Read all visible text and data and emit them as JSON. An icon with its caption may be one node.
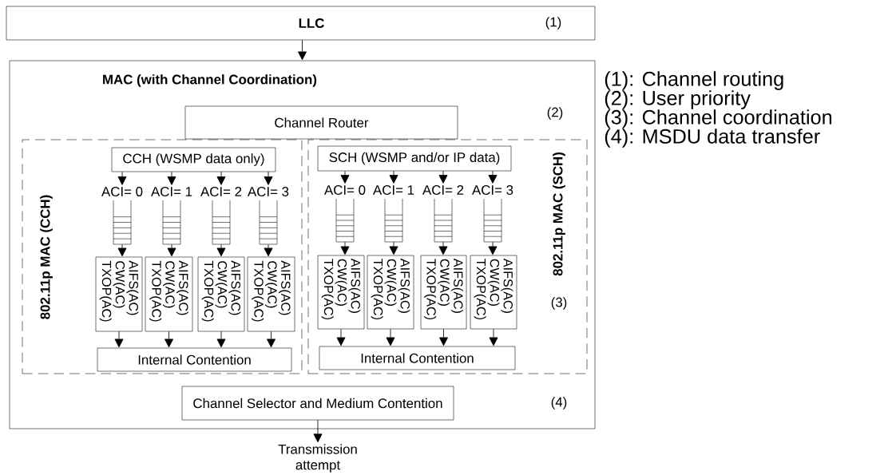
{
  "diagram": {
    "nodes": [
      {
        "text": [
          "LLC",
          "(1)"
        ]
      },
      {
        "text": [
          "MAC (with Channel Coordination)"
        ]
      },
      {
        "text": [
          "Channel Router"
        ],
        "in": 1
      },
      {
        "text": [
          "802.11p MAC (CCH)"
        ],
        "in": 1
      },
      {
        "text": [
          "CCH (WSMP data only)"
        ],
        "in": 3
      },
      {
        "text": [
          "ACI= 0"
        ],
        "in": 3
      },
      {
        "text": [
          "ACI= 1"
        ],
        "in": 3
      },
      {
        "text": [
          "ACI= 2"
        ],
        "in": 3
      },
      {
        "text": [
          "ACI= 3"
        ],
        "in": 3
      },
      {
        "text": [],
        "shape": "queue",
        "in": 3
      },
      {
        "text": [],
        "shape": "queue",
        "in": 3
      },
      {
        "text": [],
        "shape": "queue",
        "in": 3
      },
      {
        "text": [],
        "shape": "queue",
        "in": 3
      },
      {
        "text": [
          "AIFS(AC) CW(AC) TXOP(AC)"
        ],
        "in": 3
      },
      {
        "text": [
          "AIFS(AC) CW(AC) TXOP(AC)"
        ],
        "in": 3
      },
      {
        "text": [
          "AIFS(AC) CW(AC) TXOP(AC)"
        ],
        "in": 3
      },
      {
        "text": [
          "AIFS(AC) CW(AC) TXOP(AC)"
        ],
        "in": 3
      },
      {
        "text": [
          "Internal Contention"
        ],
        "in": 3
      },
      {
        "text": [
          "802.11p MAC (SCH)"
        ],
        "in": 1
      },
      {
        "text": [
          "SCH (WSMP and/or IP data)"
        ],
        "in": 18
      },
      {
        "text": [
          "ACI= 0"
        ],
        "in": 18
      },
      {
        "text": [
          "ACI= 1"
        ],
        "in": 18
      },
      {
        "text": [
          "ACI= 2"
        ],
        "in": 18
      },
      {
        "text": [
          "ACI= 3"
        ],
        "in": 18
      },
      {
        "text": [],
        "shape": "queue",
        "in": 18
      },
      {
        "text": [],
        "shape": "queue",
        "in": 18
      },
      {
        "text": [],
        "shape": "queue",
        "in": 18
      },
      {
        "text": [],
        "shape": "queue",
        "in": 18
      },
      {
        "text": [
          "AIFS(AC) CW(AC) TXOP(AC)"
        ],
        "in": 18
      },
      {
        "text": [
          "AIFS(AC) CW(AC) TXOP(AC)"
        ],
        "in": 18
      },
      {
        "text": [
          "AIFS(AC) CW(AC) TXOP(AC)"
        ],
        "in": 18
      },
      {
        "text": [
          "AIFS(AC) CW(AC) TXOP(AC)"
        ],
        "in": 18
      },
      {
        "text": [
          "Internal Contention"
        ],
        "in": 18
      },
      {
        "text": [
          "Channel Selector and Medium Contention"
        ],
        "in": 1
      },
      {
        "text": [
          "Transmission attempt"
        ]
      }
    ],
    "edges": [
      {
        "from": 0,
        "to": 1,
        "arrow": "to"
      },
      {
        "from": 4,
        "to": 5,
        "arrow": "to"
      },
      {
        "from": 4,
        "to": 6,
        "arrow": "to"
      },
      {
        "from": 4,
        "to": 7,
        "arrow": "to"
      },
      {
        "from": 4,
        "to": 8,
        "arrow": "to"
      },
      {
        "from": 9,
        "to": 13,
        "arrow": "to"
      },
      {
        "from": 10,
        "to": 14,
        "arrow": "to"
      },
      {
        "from": 11,
        "to": 15,
        "arrow": "to"
      },
      {
        "from": 12,
        "to": 16,
        "arrow": "to"
      },
      {
        "from": 13,
        "to": 17,
        "arrow": "to"
      },
      {
        "from": 14,
        "to": 17,
        "arrow": "to"
      },
      {
        "from": 15,
        "to": 17,
        "arrow": "to"
      },
      {
        "from": 16,
        "to": 17,
        "arrow": "to"
      },
      {
        "from": 19,
        "to": 20,
        "arrow": "to"
      },
      {
        "from": 19,
        "to": 21,
        "arrow": "to"
      },
      {
        "from": 19,
        "to": 22,
        "arrow": "to"
      },
      {
        "from": 19,
        "to": 23,
        "arrow": "to"
      },
      {
        "from": 24,
        "to": 28,
        "arrow": "to"
      },
      {
        "from": 25,
        "to": 29,
        "arrow": "to"
      },
      {
        "from": 26,
        "to": 30,
        "arrow": "to"
      },
      {
        "from": 27,
        "to": 31,
        "arrow": "to"
      },
      {
        "from": 28,
        "to": 32,
        "arrow": "to"
      },
      {
        "from": 29,
        "to": 32,
        "arrow": "to"
      },
      {
        "from": 30,
        "to": 32,
        "arrow": "to"
      },
      {
        "from": 31,
        "to": 32,
        "arrow": "to"
      },
      {
        "from": 33,
        "to": 34,
        "arrow": "to"
      }
    ],
    "labels": [
      "(1): Channel routing",
      "(2): User priority",
      "(3): Channel coordination",
      "(4): MSDU data transfer",
      "(2)",
      "(3)",
      "(4)"
    ]
  }
}
